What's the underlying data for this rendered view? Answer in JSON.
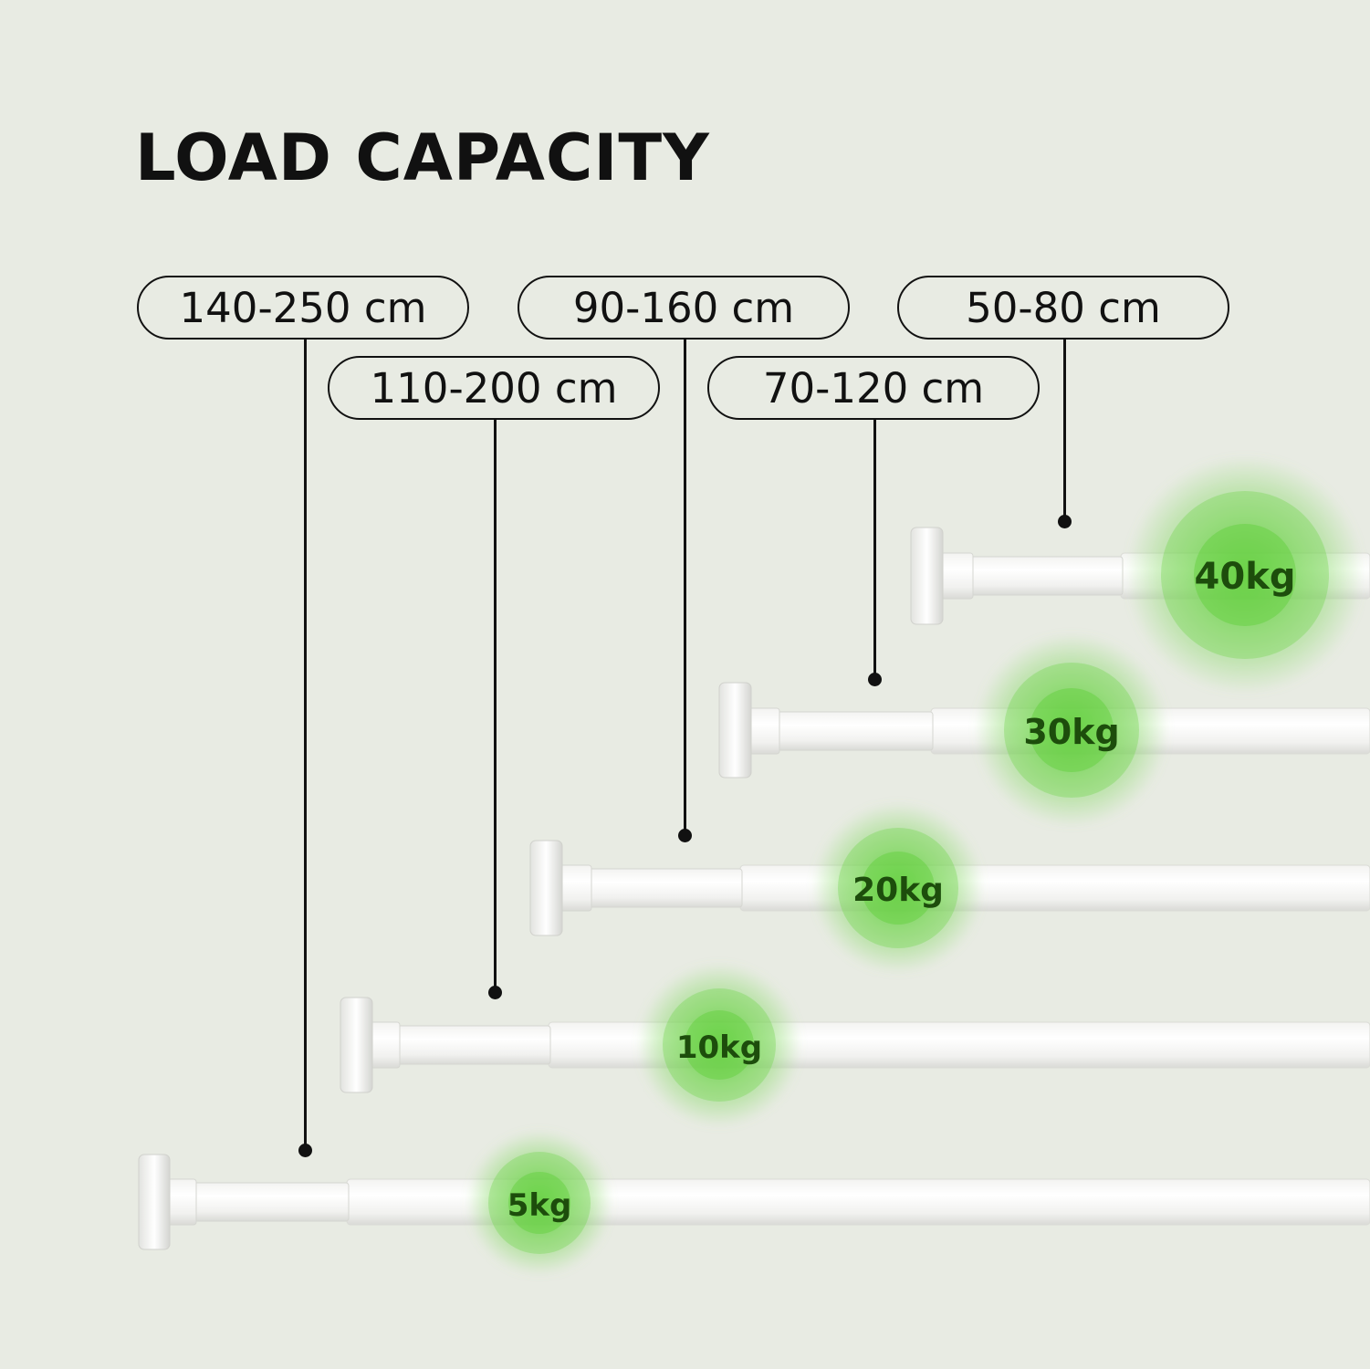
{
  "title": "LOAD CAPACITY",
  "accent_color": "#5fcf3a",
  "weight_label_color": "#1d4d0c",
  "rods": [
    {
      "range": "140-250 cm",
      "load": "5kg"
    },
    {
      "range": "110-200 cm",
      "load": "10kg"
    },
    {
      "range": "90-160 cm",
      "load": "20kg"
    },
    {
      "range": "70-120 cm",
      "load": "30kg"
    },
    {
      "range": "50-80 cm",
      "load": "40kg"
    }
  ]
}
